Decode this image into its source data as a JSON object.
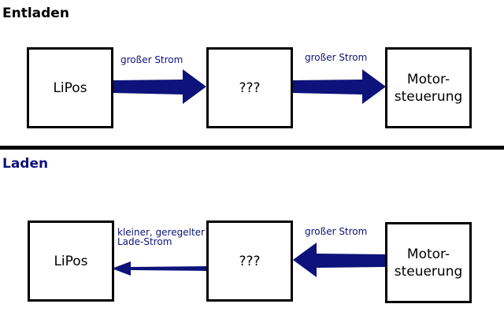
{
  "discharge": {
    "title": "Entladen",
    "box_left": "LiPos",
    "box_middle": "???",
    "box_right": "Motor-\nsteuerung",
    "arrow1_label": "großer Strom",
    "arrow2_label": "großer Strom"
  },
  "charge": {
    "title": "Laden",
    "box_left": "LiPos",
    "box_middle": "???",
    "box_right": "Motor-\nsteuerung",
    "arrow1_label": "kleiner, geregelter\nLade-Strom",
    "arrow2_label": "großer Strom"
  },
  "colors": {
    "arrow": "#0d137a",
    "charge_title": "#0d137a",
    "border": "#000000"
  }
}
